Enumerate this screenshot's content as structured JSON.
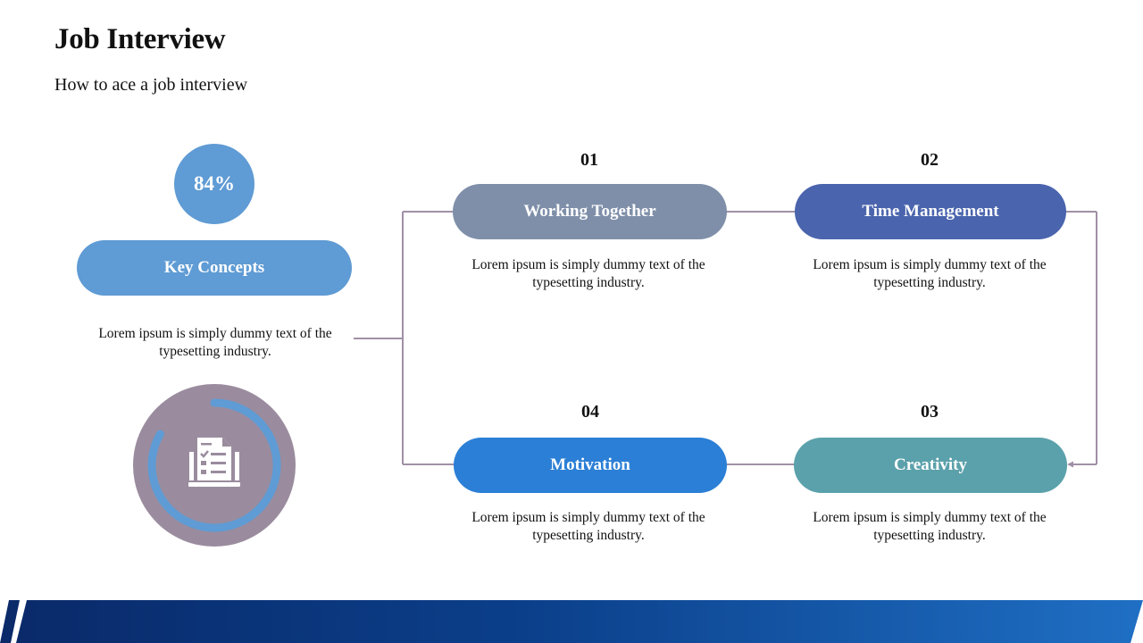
{
  "header": {
    "title": "Job Interview",
    "subtitle": "How to ace a job interview"
  },
  "key_concepts": {
    "percent": "84%",
    "label": "Key Concepts",
    "description": "Lorem ipsum is simply dummy text of the typesetting industry.",
    "icon": "checklist-document-icon"
  },
  "steps": [
    {
      "number": "01",
      "label": "Working Together",
      "description": "Lorem ipsum is simply dummy text of the typesetting industry.",
      "color": "#7f8fa9"
    },
    {
      "number": "02",
      "label": "Time Management",
      "description": "Lorem ipsum is simply dummy text of the typesetting industry.",
      "color": "#4a64ad"
    },
    {
      "number": "03",
      "label": "Creativity",
      "description": "Lorem ipsum is simply dummy text of the typesetting industry.",
      "color": "#5ba1ab"
    },
    {
      "number": "04",
      "label": "Motivation",
      "description": "Lorem ipsum is simply dummy text of the typesetting industry.",
      "color": "#2b7fd6"
    }
  ],
  "colors": {
    "accent_blue": "#5f9bd4",
    "circle_gray": "#9a8c9e",
    "connector": "#a090a6",
    "footer_dark": "#0a2a6a",
    "footer_light": "#1f6fc4"
  }
}
